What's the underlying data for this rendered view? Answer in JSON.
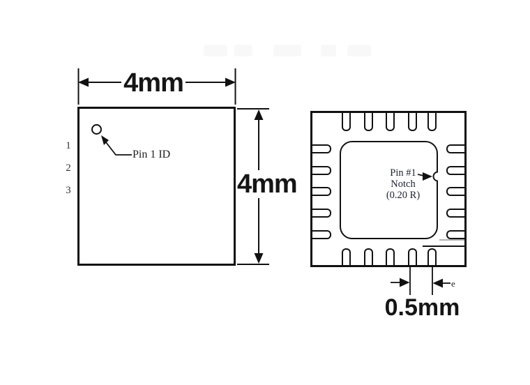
{
  "figure": {
    "type": "package-outline-drawing",
    "top_view": {
      "width_label": "4mm",
      "height_label": "4mm",
      "pin1_label": "Pin 1 ID",
      "pin_numbers": [
        "1",
        "2",
        "3"
      ]
    },
    "bottom_view": {
      "notch_line1": "Pin #1",
      "notch_line2": "Notch",
      "notch_line3": "(0.20 R)",
      "pitch_label": "0.5mm",
      "pitch_symbol": "e",
      "pads_per_side": 5
    },
    "colors": {
      "line": "#111111",
      "annotation_text": "#1e2230",
      "faint_line": "#999999",
      "background": "#ffffff"
    }
  }
}
